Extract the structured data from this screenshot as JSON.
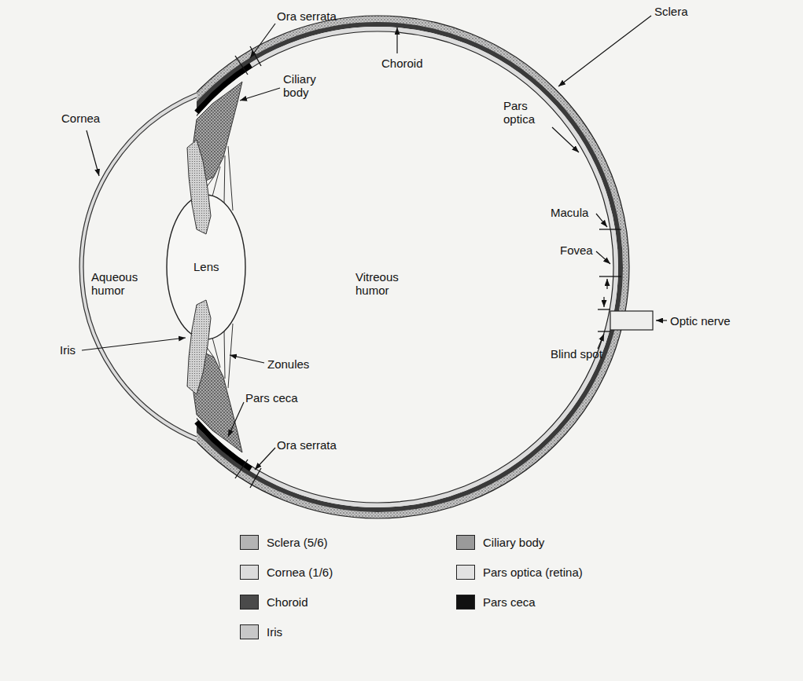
{
  "diagram": {
    "labels": [
      "Sclera",
      "Ora serrata",
      "Ciliary body",
      "Choroid",
      "Pars optica",
      "Cornea",
      "Macula",
      "Fovea",
      "Aqueous humor",
      "Lens",
      "Vitreous humor",
      "Iris",
      "Zonules",
      "Optic nerve",
      "Blind spot",
      "Pars ceca",
      "Ora serrata"
    ],
    "legend": [
      {
        "text": "Sclera (5/6)",
        "color": "#b4b4b4"
      },
      {
        "text": "Cornea (1/6)",
        "color": "#dcdcdc"
      },
      {
        "text": "Choroid",
        "color": "#4a4a4a"
      },
      {
        "text": "Iris",
        "color": "#c8c8c8"
      },
      {
        "text": "Ciliary body",
        "color": "#9a9a9a"
      },
      {
        "text": "Pars optica (retina)",
        "color": "#e2e2e2"
      },
      {
        "text": "Pars ceca",
        "color": "#111111"
      }
    ]
  }
}
